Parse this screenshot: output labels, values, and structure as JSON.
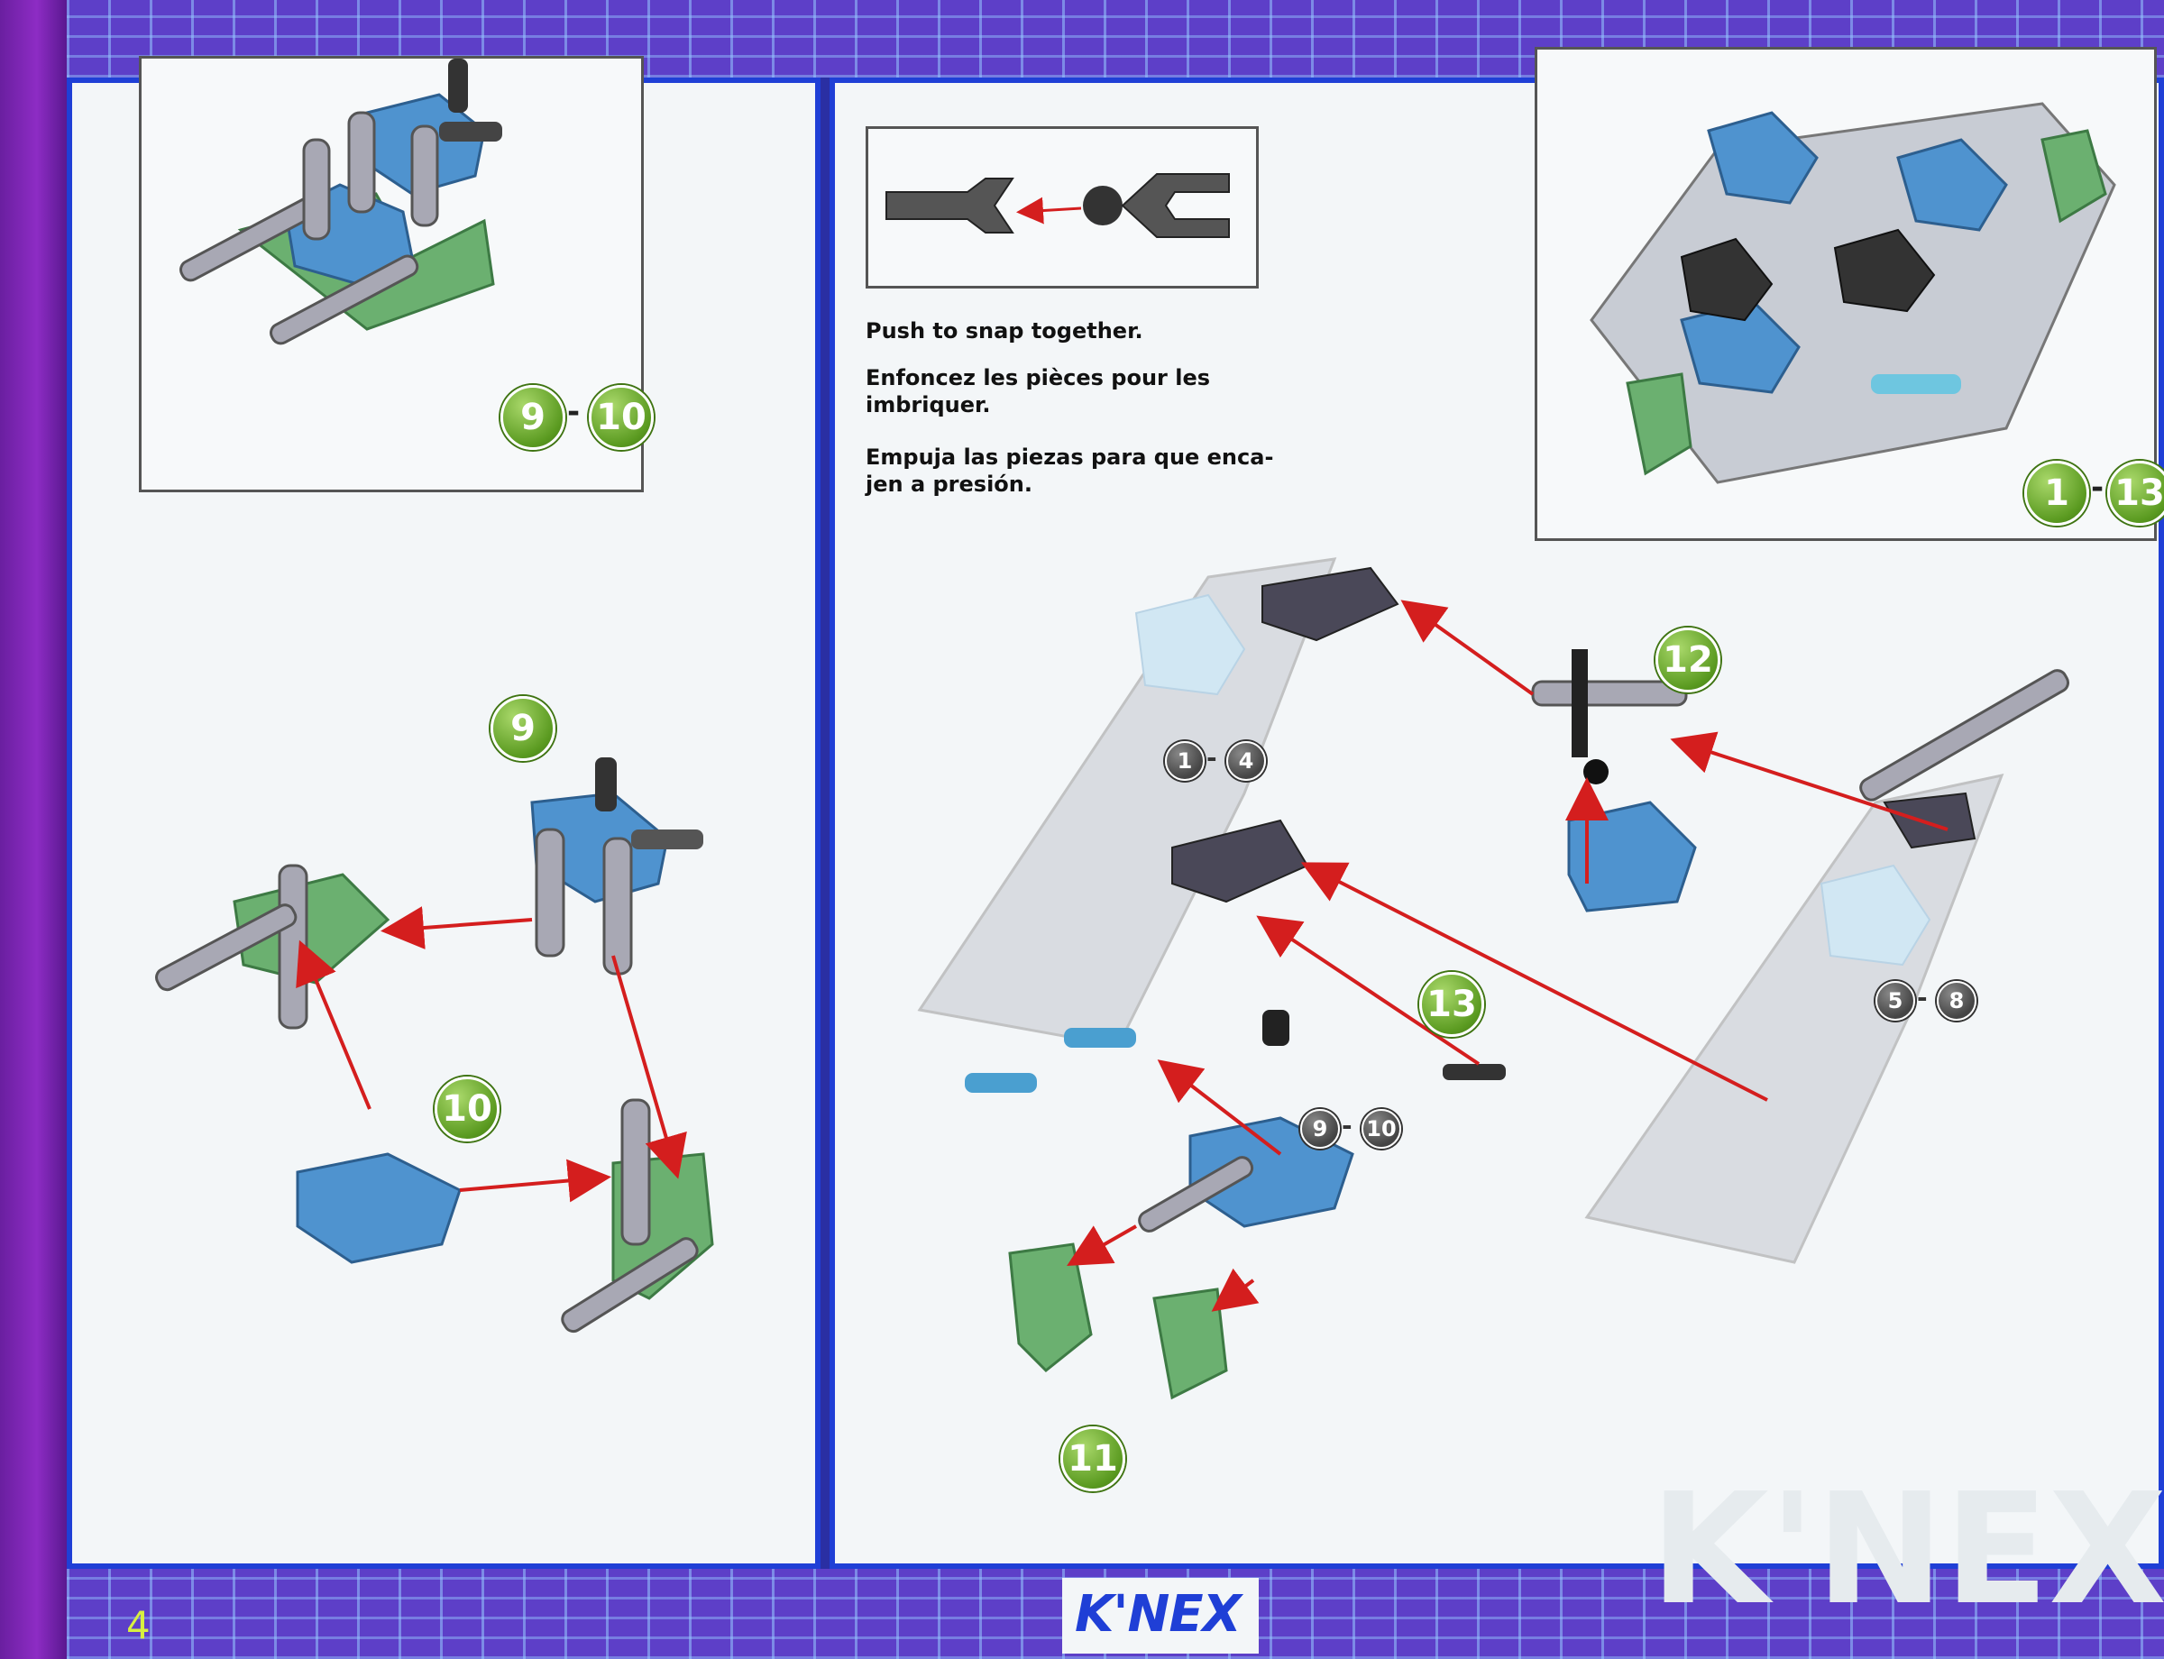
{
  "page": {
    "number": "4"
  },
  "brand": {
    "logo_text": "K'NEX",
    "watermark_text": "K'NEX"
  },
  "colors": {
    "accent_blue": "#1f3fd6",
    "step_green": "#5a9a20",
    "part_blue": "#3f86c4",
    "part_green": "#5aa860",
    "part_grey": "#9a9aa6",
    "arrow_red": "#d41e1e"
  },
  "left_page": {
    "inset_range": {
      "from": "9",
      "to": "10"
    },
    "steps": [
      {
        "label": "9"
      },
      {
        "label": "10"
      }
    ]
  },
  "right_page": {
    "snap_instructions": {
      "english": "Push to snap together.",
      "french": "Enfoncez les pièces pour les\nimbriquer.",
      "spanish": "Empuja las piezas para que enca-\njen a presión."
    },
    "inset_range": {
      "from": "1",
      "to": "13"
    },
    "steps": [
      {
        "label": "11"
      },
      {
        "label": "12"
      },
      {
        "label": "13"
      }
    ],
    "subassemblies": [
      {
        "from": "1",
        "to": "4"
      },
      {
        "from": "5",
        "to": "8"
      },
      {
        "from": "9",
        "to": "10"
      }
    ]
  }
}
